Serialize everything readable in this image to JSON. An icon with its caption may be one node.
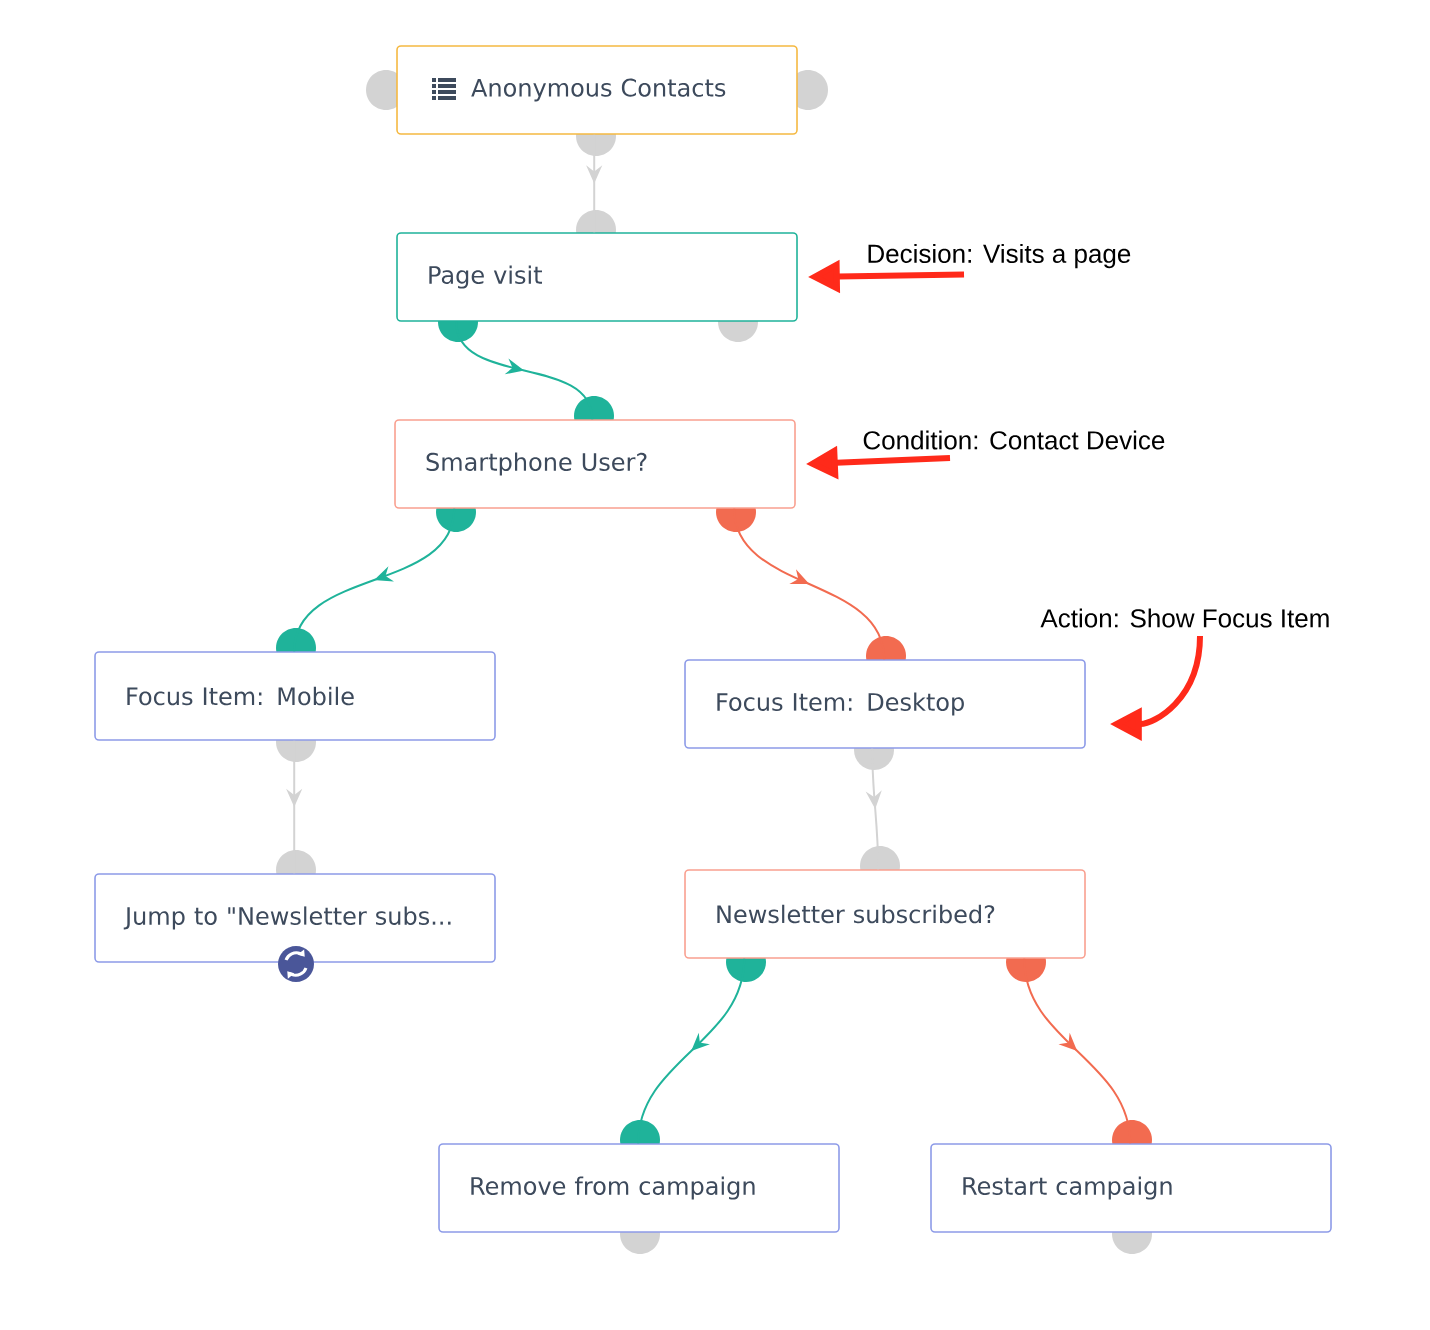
{
  "diagram": {
    "nodes": [
      {
        "text": [
          "Anonymous Contacts"
        ]
      },
      {
        "text": [
          "Page visit"
        ]
      },
      {
        "text": [
          "Smartphone User?"
        ]
      },
      {
        "text": [
          "Focus Item: Mobile"
        ]
      },
      {
        "text": [
          "Jump to \"Newsletter subs..."
        ]
      },
      {
        "text": [
          "Focus Item: Desktop"
        ]
      },
      {
        "text": [
          "Newsletter subscribed?"
        ]
      },
      {
        "text": [
          "Remove from campaign"
        ]
      },
      {
        "text": [
          "Restart campaign"
        ]
      },
      {
        "text": [
          "Decision: Visits a page"
        ]
      },
      {
        "text": [
          "Condition: Contact Device"
        ]
      },
      {
        "text": [
          "Action: Show Focus Item"
        ]
      }
    ],
    "edges": [
      {
        "from": 0,
        "to": 1,
        "arrow": "to",
        "color": "#d3d3d3"
      },
      {
        "from": 1,
        "to": 2,
        "arrow": "to",
        "color": "#1fb39a"
      },
      {
        "from": 2,
        "to": 3,
        "arrow": "to",
        "color": "#1fb39a"
      },
      {
        "from": 2,
        "to": 5,
        "arrow": "to",
        "color": "#f26b50"
      },
      {
        "from": 3,
        "to": 4,
        "arrow": "to",
        "color": "#d3d3d3"
      },
      {
        "from": 5,
        "to": 6,
        "arrow": "to",
        "color": "#d3d3d3"
      },
      {
        "from": 6,
        "to": 7,
        "arrow": "to",
        "color": "#1fb39a"
      },
      {
        "from": 6,
        "to": 8,
        "arrow": "to",
        "color": "#f26b50"
      },
      {
        "from": 9,
        "to": 1,
        "arrow": "to",
        "style": "thick",
        "color": "#ff2a1a"
      },
      {
        "from": 10,
        "to": 2,
        "arrow": "to",
        "style": "thick",
        "color": "#ff2a1a"
      },
      {
        "from": 11,
        "to": 5,
        "arrow": "to",
        "style": "thick",
        "color": "#ff2a1a"
      }
    ]
  }
}
